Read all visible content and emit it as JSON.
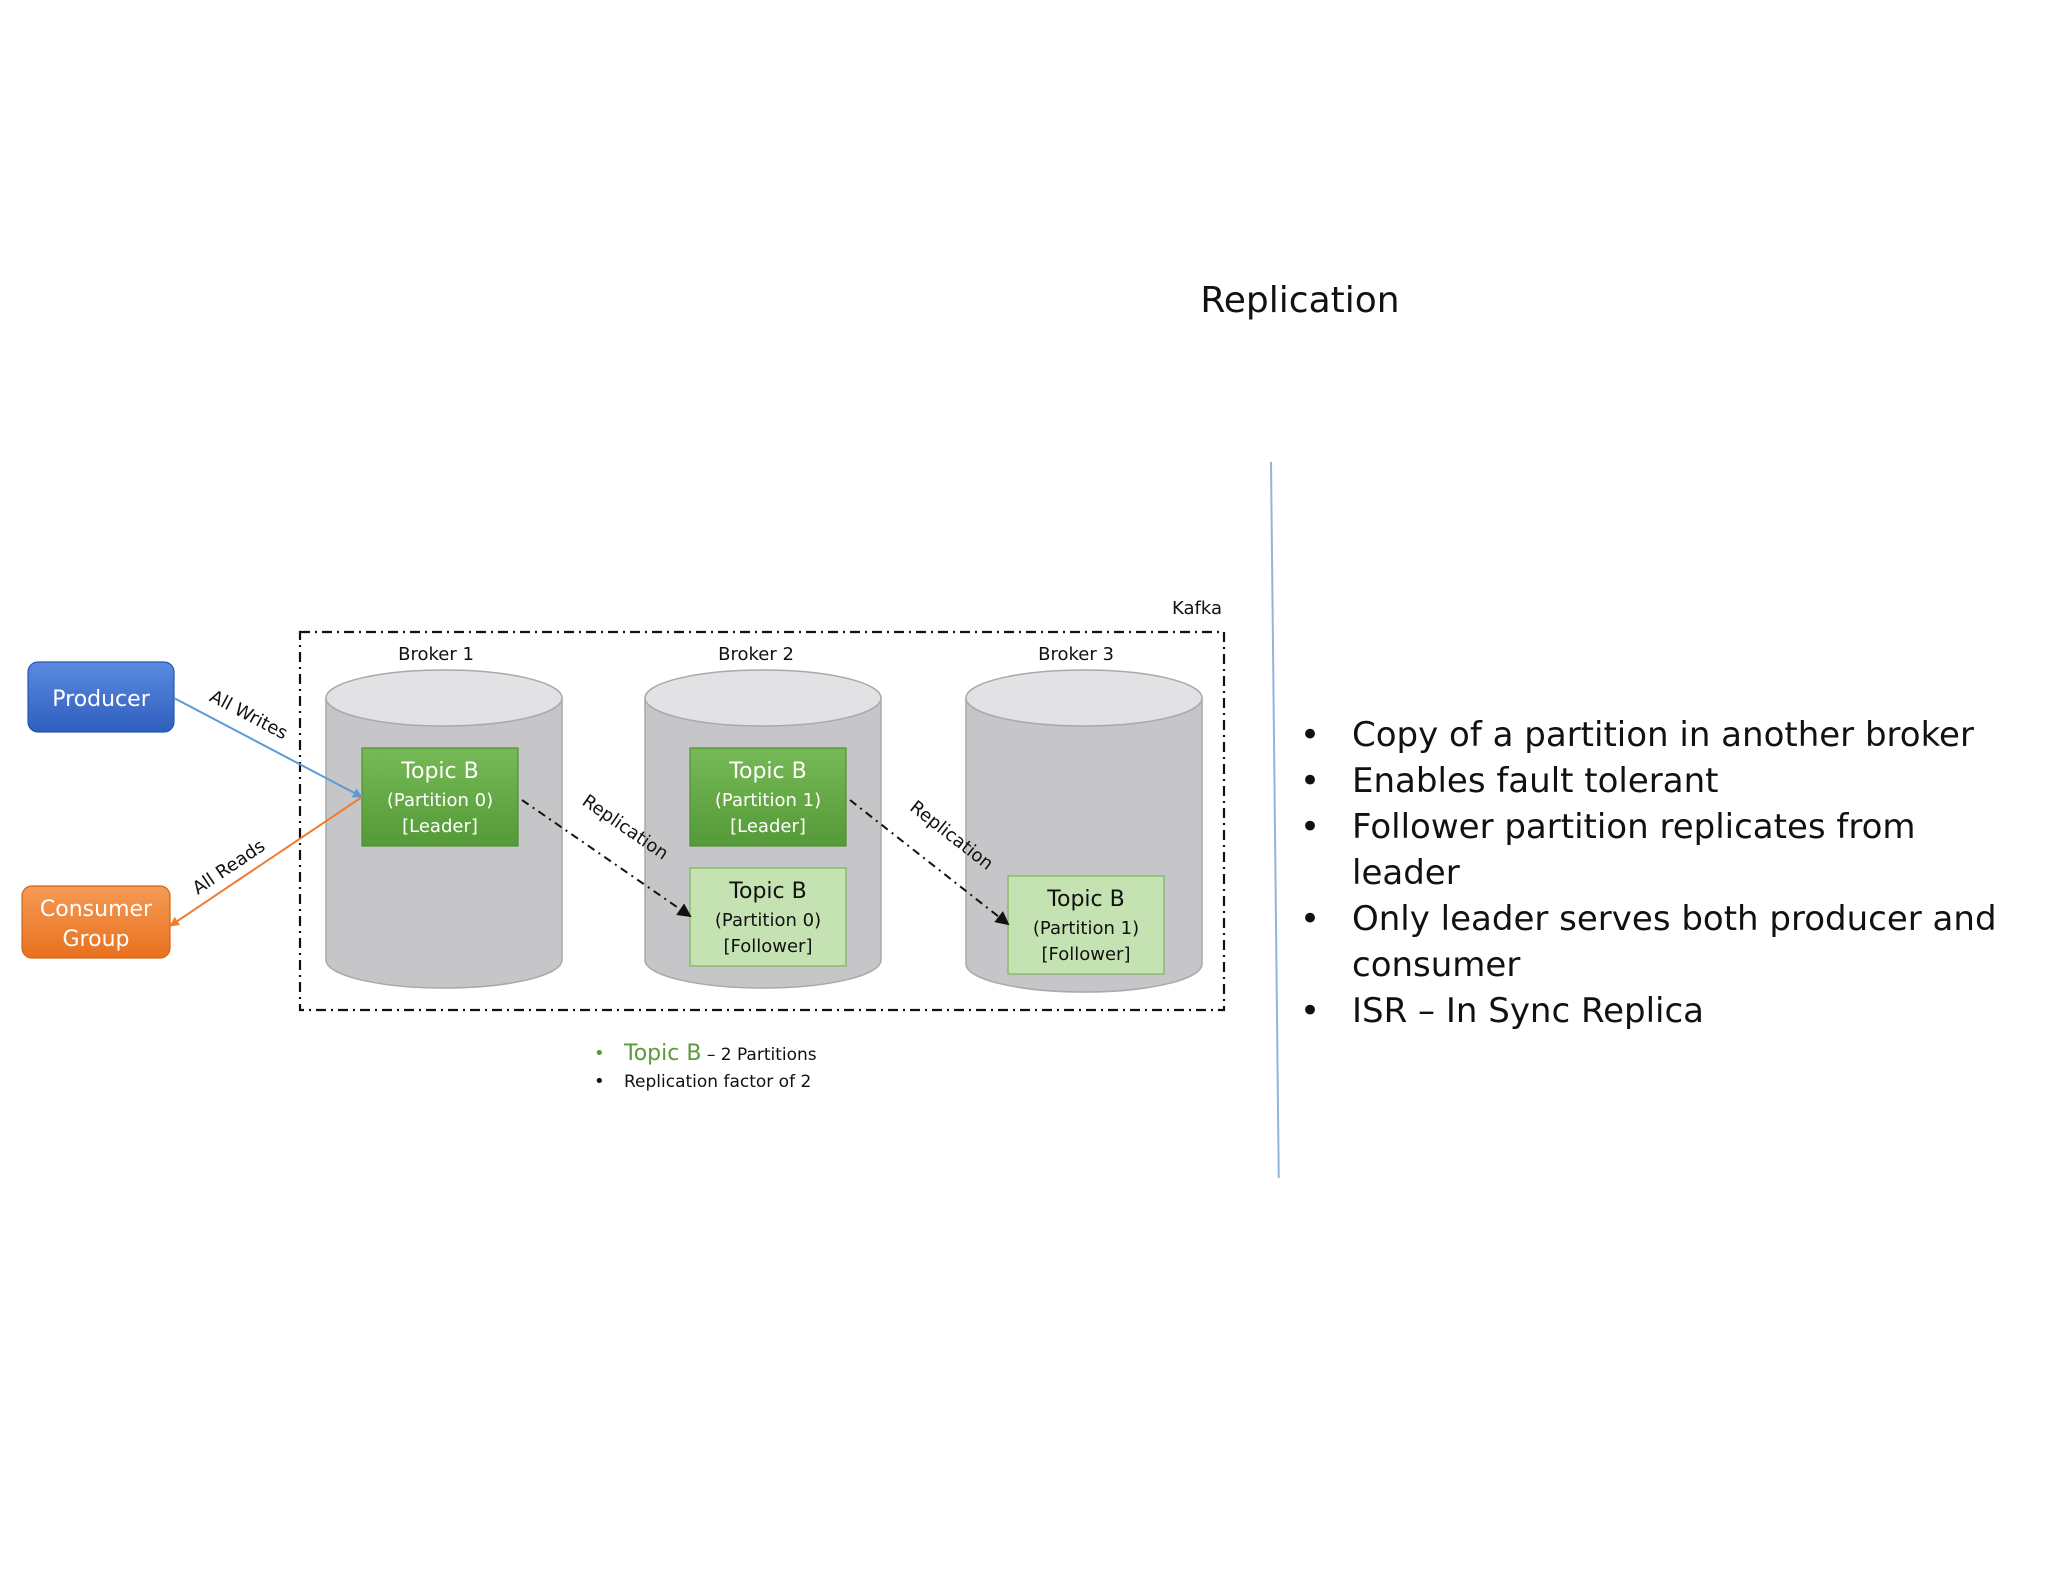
{
  "slide": {
    "title": "Replication",
    "bullets": [
      {
        "line1": "Copy of a partition in another broker",
        "line2": ""
      },
      {
        "line1": "Enables fault tolerant",
        "line2": ""
      },
      {
        "line1": "Follower partition replicates from leader",
        "line2": ""
      },
      {
        "line1": "Only leader serves both producer and",
        "line2": "consumer"
      },
      {
        "line1": "ISR – In Sync Replica",
        "line2": ""
      }
    ],
    "bullet_symbol": "•"
  },
  "diagram": {
    "cluster_label": "Kafka",
    "producer_label": "Producer",
    "consumer_label_line1": "Consumer",
    "consumer_label_line2": "Group",
    "writes_label": "All Writes",
    "reads_label": "All Reads",
    "replication_label": "Replication",
    "brokers": [
      {
        "name": "Broker 1",
        "partitions": [
          {
            "title": "Topic B",
            "partition": "(Partition 0)",
            "role": "[Leader]",
            "kind": "leader"
          }
        ]
      },
      {
        "name": "Broker 2",
        "partitions": [
          {
            "title": "Topic B",
            "partition": "(Partition 1)",
            "role": "[Leader]",
            "kind": "leader"
          },
          {
            "title": "Topic B",
            "partition": "(Partition 0)",
            "role": "[Follower]",
            "kind": "follower"
          }
        ]
      },
      {
        "name": "Broker 3",
        "partitions": [
          {
            "title": "Topic B",
            "partition": "(Partition 1)",
            "role": "[Follower]",
            "kind": "follower"
          }
        ]
      }
    ],
    "colors": {
      "producer": "#3d6fcc",
      "consumer": "#ee7a2e",
      "leader": "#63a844",
      "follower": "#c5e3b2",
      "cylinder": "#c6c6c8",
      "writes_arrow": "#5b9bd5",
      "reads_arrow": "#ed7d31",
      "divider": "#8fb6d9",
      "topic_green": "#5a9a3a"
    }
  },
  "legend": {
    "topic_name": "Topic B",
    "topic_rest": " – 2 Partitions",
    "replication": "Replication factor of 2"
  }
}
